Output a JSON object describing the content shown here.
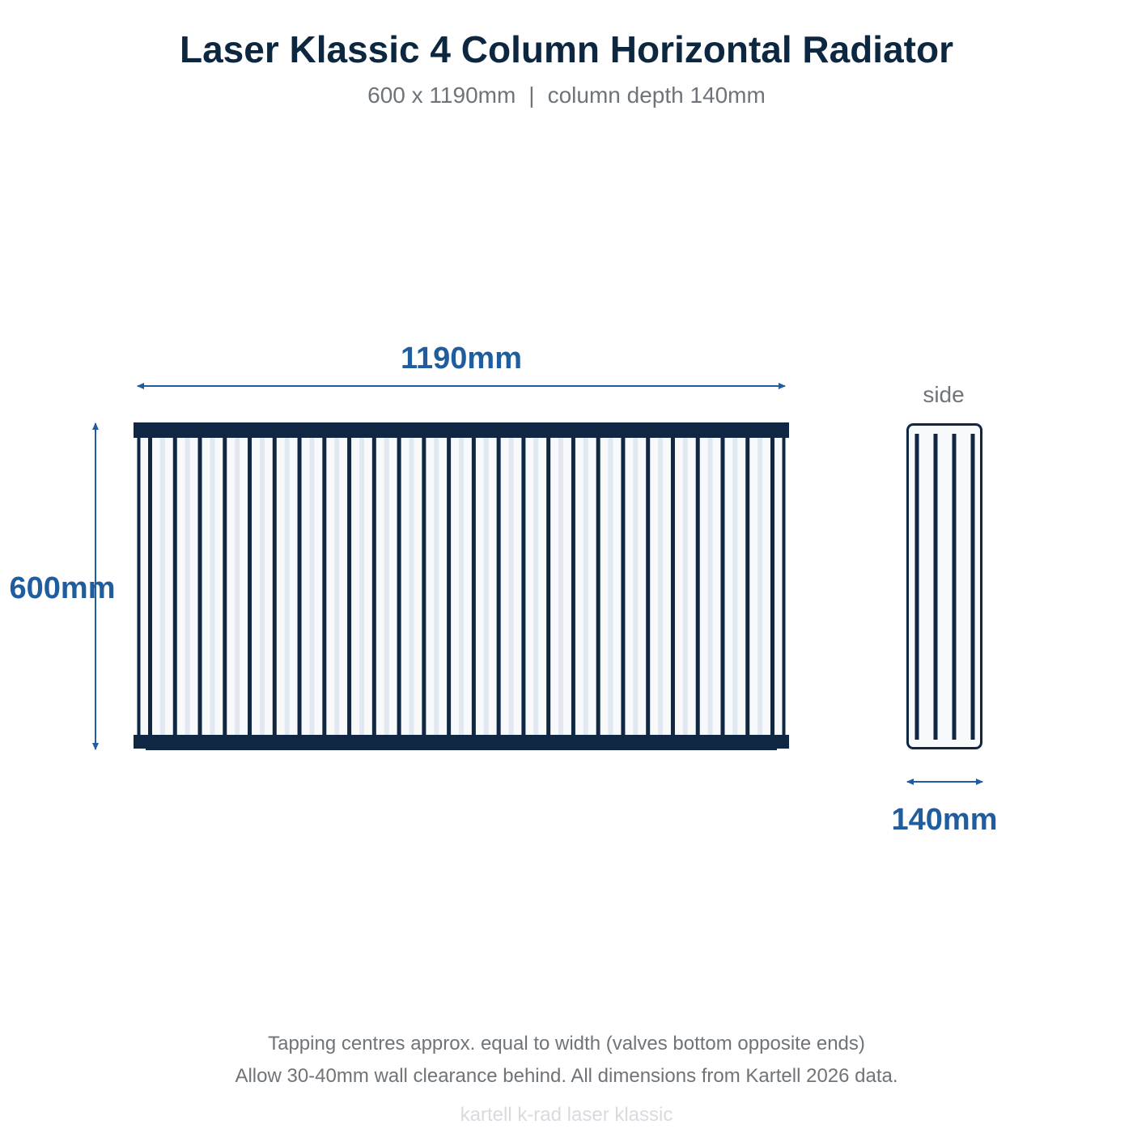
{
  "title": "Laser Klassic 4 Column Horizontal Radiator",
  "subtitle": {
    "size": "600 x 1190mm",
    "separator": "|",
    "depth": "column depth 140mm"
  },
  "diagram": {
    "width_label": "1190mm",
    "height_label": "600mm",
    "depth_label": "140mm",
    "side_view_label": "side",
    "column_count": 26,
    "side_tube_count": 4,
    "colors": {
      "frame": "#0f2742",
      "dimension": "#1f5d9e",
      "panel_fill": "#f7f9fb",
      "column_shade": "#e2e8ef"
    }
  },
  "notes": [
    "Tapping centres approx. equal to width (valves bottom opposite ends)",
    "Allow 30-40mm wall clearance behind. All dimensions from Kartell 2026 data."
  ],
  "footer": "kartell k-rad laser klassic"
}
